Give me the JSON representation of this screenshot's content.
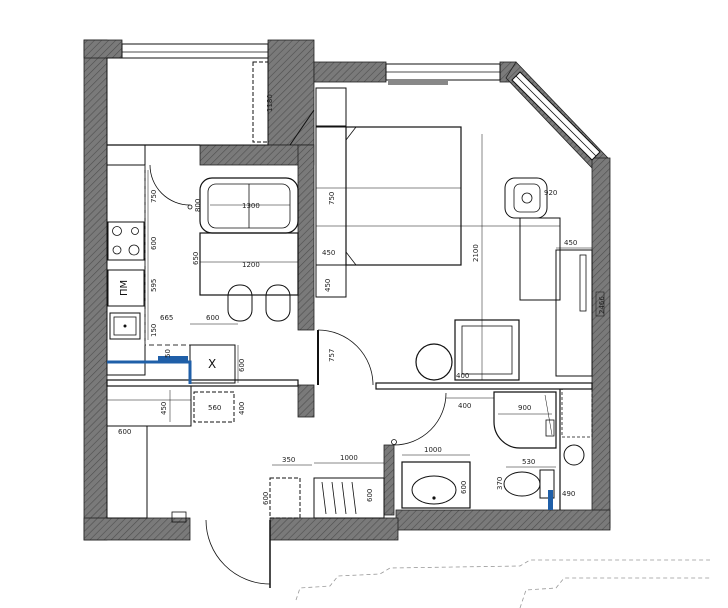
{
  "colors": {
    "wall_fill": "#6b6b6b",
    "line": "#111111",
    "accent_blue": "#1f5fa8",
    "window_gray": "#8a8a8a",
    "dash": "#333333"
  },
  "balcony": {
    "dim_height": "1180"
  },
  "kitchen": {
    "label_x": "X",
    "stove_label": "ПМ",
    "dims": {
      "d_750": "750",
      "d_600_a": "600",
      "d_595": "595",
      "d_150": "150",
      "d_665": "665",
      "d_600_b": "600",
      "d_600_c": "600",
      "d_50": "50"
    }
  },
  "living": {
    "sofa_width": "1300",
    "sofa_depth": "800",
    "table_width": "1200",
    "table_depth": "650"
  },
  "bedroom": {
    "bed_length": "2100",
    "bed_depth": "750",
    "nightstand": "450",
    "side_450": "450",
    "chair_920": "920",
    "wardrobe_450": "450",
    "wardrobe_length": "2466",
    "door_757": "757",
    "armchair_400": "400"
  },
  "hall": {
    "d_450": "450",
    "d_560": "560",
    "d_400": "400",
    "d_600": "600",
    "d_350": "350",
    "d_1000": "1000",
    "d_600_b": "600",
    "d_600_c": "600"
  },
  "bathroom": {
    "shower": "900",
    "d_400": "400",
    "sink_width": "1000",
    "sink_depth": "600",
    "toilet_width": "530",
    "toilet_370": "370",
    "d_490": "490"
  }
}
